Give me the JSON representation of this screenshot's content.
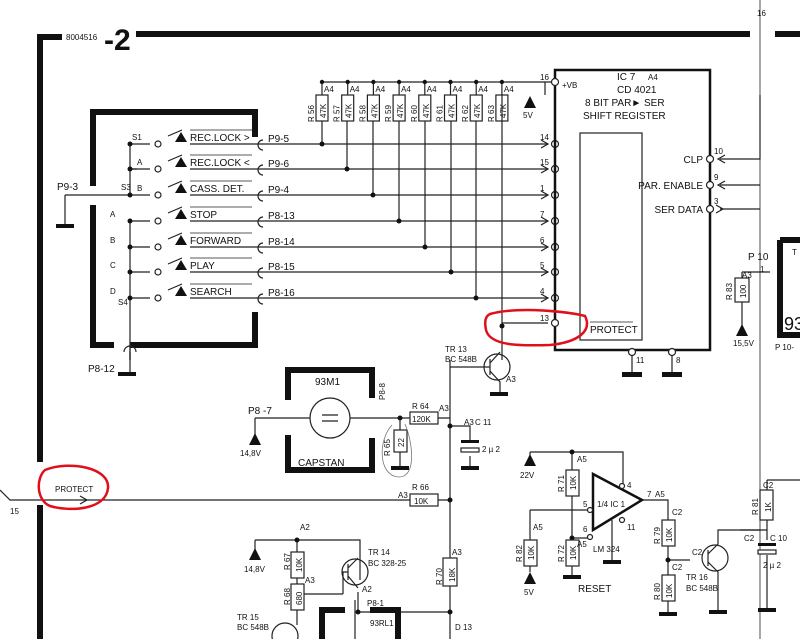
{
  "header": {
    "doc_number": "8004516",
    "sheet": "-2",
    "edge_ref": "16"
  },
  "switch_panel": {
    "rows": [
      {
        "switch": "S1",
        "label": "REC.LOCK >",
        "connector": "P9-5",
        "pin": "14"
      },
      {
        "switch": "A",
        "label": "REC.LOCK <",
        "connector": "P9-6",
        "pin": "15"
      },
      {
        "switch": "B",
        "label": "CASS. DET.",
        "connector": "P9-4",
        "pin": "1"
      },
      {
        "switch": "A",
        "label": "STOP",
        "connector": "P8-13",
        "pin": "7"
      },
      {
        "switch": "B",
        "label": "FORWARD",
        "connector": "P8-14",
        "pin": "6"
      },
      {
        "switch": "C",
        "label": "PLAY",
        "connector": "P8-15",
        "pin": "5"
      },
      {
        "switch": "D",
        "label": "SEARCH",
        "connector": "P8-16",
        "pin": "4"
      }
    ],
    "s3_label": "S3",
    "s4_label": "S4",
    "common_connector": "P9-3",
    "ground_connector": "P8-12"
  },
  "pullups": {
    "resistors": [
      "R 56",
      "R 57",
      "R 58",
      "R 59",
      "R 60",
      "R 61",
      "R 62",
      "R 63"
    ],
    "value": "47K",
    "grid": "A4",
    "supply": "5V",
    "supply_pin": "16"
  },
  "ic7": {
    "name": "IC 7",
    "grid": "A4",
    "part": "CD 4021",
    "desc1": "8 BIT PAR► SER",
    "desc2": "SHIFT REGISTER",
    "vb": "+VB",
    "protect_pin": "13",
    "protect_label": "PROTECT",
    "right_pins": [
      {
        "label": "CLP",
        "pin": "10"
      },
      {
        "label": "PAR. ENABLE",
        "pin": "9"
      },
      {
        "label": "SER DATA",
        "pin": "3"
      }
    ],
    "bottom_pins": [
      "11",
      "8"
    ]
  },
  "right_block": {
    "connector": "P 10",
    "pin": "1",
    "r83": "R 83",
    "r83_val": "100",
    "grid": "A3",
    "supply": "15,5V",
    "box_label": "93",
    "box_conn": "P 10-",
    "box_top": "T"
  },
  "capstan": {
    "id": "93M1",
    "name": "CAPSTAN",
    "conn_left": "P8 -7",
    "conn_right": "P8-8",
    "supply": "14,8V"
  },
  "tr13": {
    "name": "TR 13",
    "part": "BC 548B",
    "grid": "A3"
  },
  "r64": {
    "name": "R 64",
    "value": "120K",
    "grid": "A3"
  },
  "r65": {
    "name": "R 65",
    "value": "22"
  },
  "c11": {
    "name": "C 11",
    "value": "2 µ 2",
    "grid": "A3"
  },
  "r66": {
    "name": "R 66",
    "value": "10K",
    "grid": "A3"
  },
  "protect_input": {
    "label": "PROTECT",
    "wire": "15"
  },
  "tr14": {
    "name": "TR 14",
    "part": "BC 328-25",
    "grid": "A2",
    "supply": "14,8V"
  },
  "r67": {
    "name": "R 67",
    "value": "10K",
    "grid": "A2"
  },
  "r68": {
    "name": "R 68",
    "value": "680",
    "grid": "A3"
  },
  "r70": {
    "name": "R 70",
    "value": "18K",
    "grid": "A3"
  },
  "relay": {
    "id": "93RL1",
    "conn": "P8-1"
  },
  "d13": "D 13",
  "tr15": {
    "name": "TR 15",
    "part": "BC 548B"
  },
  "reset": {
    "opamp": "1/4 IC 1",
    "part": "LM 324",
    "label": "RESET",
    "pins": [
      "5",
      "6",
      "4",
      "11",
      "7"
    ],
    "out_grid": "A5",
    "supply_top": "22V",
    "supply_bottom": "5V",
    "r71": {
      "name": "R 71",
      "value": "10K",
      "grid": "A5"
    },
    "r72": {
      "name": "R 72",
      "value": "10K",
      "grid": "A5"
    },
    "r82": {
      "name": "R 82",
      "value": "10K",
      "grid": "A5"
    }
  },
  "tr16": {
    "name": "TR 16",
    "part": "BC 548B",
    "grid": "C2"
  },
  "r79": {
    "name": "R 79",
    "value": "10K",
    "grid": "C2"
  },
  "r80": {
    "name": "R 80",
    "value": "10K",
    "grid": "C2"
  },
  "r81": {
    "name": "R 81",
    "value": "1K",
    "grid": "C2"
  },
  "c10": {
    "name": "C 10",
    "value": "2 µ 2",
    "grid": "C2"
  },
  "colors": {
    "ink": "#111111",
    "annotation": "#e0101a"
  }
}
